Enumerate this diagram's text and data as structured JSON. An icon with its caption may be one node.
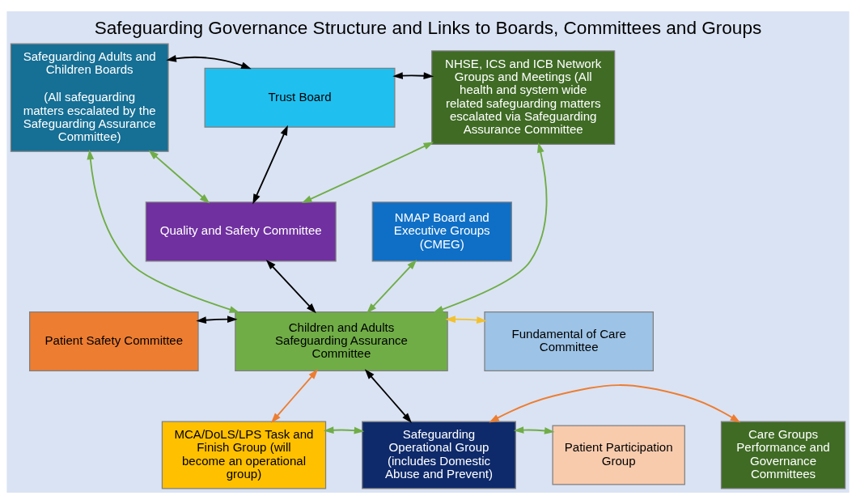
{
  "diagram": {
    "title": "Safeguarding Governance Structure and Links to Boards, Committees and Groups",
    "nodes": [
      {
        "text": [
          "Safeguarding Adults and Children Boards",
          "(All safeguarding matters escalated by the Safeguarding Assurance Committee)"
        ]
      },
      {
        "text": [
          "Trust Board"
        ]
      },
      {
        "text": [
          "NHSE, ICS and ICB Network Groups and Meetings (All health and system wide related safeguarding matters escalated via Safeguarding Assurance Committee"
        ]
      },
      {
        "text": [
          "Quality and Safety Committee"
        ]
      },
      {
        "text": [
          "NMAP Board and Executive Groups (CMEG)"
        ]
      },
      {
        "text": [
          "Patient Safety Committee"
        ]
      },
      {
        "text": [
          "Children and Adults Safeguarding Assurance Committee"
        ]
      },
      {
        "text": [
          "Fundamental of Care Committee"
        ]
      },
      {
        "text": [
          "Patient Participation Group"
        ]
      },
      {
        "text": [
          "MCA/DoLS/LPS Task and Finish Group (will become an operational group)"
        ]
      },
      {
        "text": [
          "Safeguarding Operational Group (includes Domestic Abuse and Prevent)"
        ]
      },
      {
        "text": [
          "Care Groups Performance and Governance Committees"
        ]
      }
    ],
    "edges": [
      {
        "from": 0,
        "to": 1,
        "arrow": "both",
        "color": "#000000"
      },
      {
        "from": 1,
        "to": 2,
        "arrow": "both",
        "color": "#000000"
      },
      {
        "from": 0,
        "to": 3,
        "arrow": "both"
      },
      {
        "from": 0,
        "to": 6,
        "arrow": "both"
      },
      {
        "from": 1,
        "to": 3,
        "arrow": "both",
        "color": "#000000"
      },
      {
        "from": 3,
        "to": 2,
        "arrow": "both"
      },
      {
        "from": 6,
        "to": 2,
        "arrow": "both"
      },
      {
        "from": 3,
        "to": 6,
        "arrow": "both",
        "color": "#000000"
      },
      {
        "from": 6,
        "to": 4,
        "arrow": "both"
      },
      {
        "from": 5,
        "to": 6,
        "arrow": "both",
        "color": "#000000"
      },
      {
        "from": 6,
        "to": 7,
        "arrow": "both",
        "color": "#f2c12e"
      },
      {
        "from": 6,
        "to": 10,
        "arrow": "both",
        "color": "#000000"
      },
      {
        "from": 9,
        "to": 6,
        "arrow": "both",
        "color": "#ed7d31"
      },
      {
        "from": 10,
        "to": 8,
        "arrow": "both"
      },
      {
        "from": 9,
        "to": 10,
        "arrow": "both"
      },
      {
        "from": 10,
        "to": 11,
        "arrow": "both",
        "color": "#ed7d31"
      }
    ]
  }
}
